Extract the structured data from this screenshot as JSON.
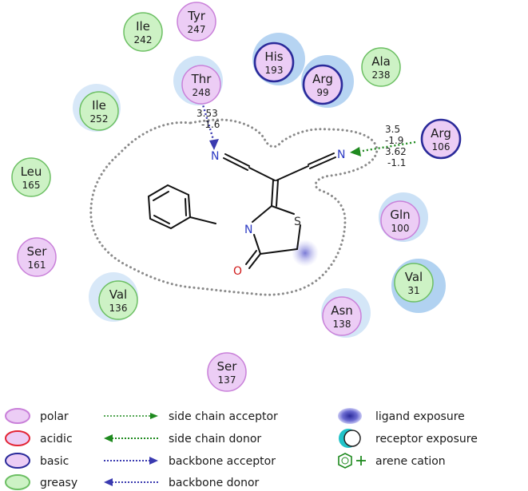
{
  "colors": {
    "polar_fill": "#eccdf5",
    "polar_stroke": "#c980d9",
    "greasy_fill": "#cdf2c5",
    "greasy_stroke": "#6cbf63",
    "basic_stroke": "#2a2a9a",
    "acidic_stroke": "#e32636",
    "exposure_halo": "#a9cdf0",
    "backbone_acceptor": "#3a3ab0",
    "side_chain_donor": "#1f8a1f",
    "contour": "#8a8a8a",
    "nitrogen": "#2d3bc4",
    "oxygen": "#d01818",
    "sulfur": "#333333"
  },
  "residues": [
    {
      "id": "ile242",
      "name": "Ile",
      "number": "242",
      "type": "greasy"
    },
    {
      "id": "tyr247",
      "name": "Tyr",
      "number": "247",
      "type": "polar"
    },
    {
      "id": "his193",
      "name": "His",
      "number": "193",
      "type": "basic"
    },
    {
      "id": "ala238",
      "name": "Ala",
      "number": "238",
      "type": "greasy"
    },
    {
      "id": "thr248",
      "name": "Thr",
      "number": "248",
      "type": "polar"
    },
    {
      "id": "arg99",
      "name": "Arg",
      "number": "99",
      "type": "basic"
    },
    {
      "id": "ile252",
      "name": "Ile",
      "number": "252",
      "type": "greasy"
    },
    {
      "id": "arg106",
      "name": "Arg",
      "number": "106",
      "type": "basic"
    },
    {
      "id": "leu165",
      "name": "Leu",
      "number": "165",
      "type": "greasy"
    },
    {
      "id": "gln100",
      "name": "Gln",
      "number": "100",
      "type": "polar"
    },
    {
      "id": "ser161",
      "name": "Ser",
      "number": "161",
      "type": "polar"
    },
    {
      "id": "val31",
      "name": "Val",
      "number": "31",
      "type": "greasy"
    },
    {
      "id": "val136",
      "name": "Val",
      "number": "136",
      "type": "greasy"
    },
    {
      "id": "asn138",
      "name": "Asn",
      "number": "138",
      "type": "polar"
    },
    {
      "id": "ser137",
      "name": "Ser",
      "number": "137",
      "type": "polar"
    }
  ],
  "interactions": {
    "thr248": {
      "distance": "3.53",
      "energy": "-1.6"
    },
    "arg106_first": {
      "distance": "3.5",
      "energy": "-1.9"
    },
    "arg106_second": {
      "distance": "3.62",
      "energy": "-1.1"
    }
  },
  "atoms": {
    "n_left": "N",
    "n_right": "N",
    "n_ring": "N",
    "s_ring": "S",
    "o_carbonyl": "O"
  },
  "legend": {
    "polar": "polar",
    "acidic": "acidic",
    "basic": "basic",
    "greasy": "greasy",
    "side_chain_acceptor": "side chain acceptor",
    "side_chain_donor": "side chain donor",
    "backbone_acceptor": "backbone acceptor",
    "backbone_donor": "backbone donor",
    "ligand_exposure": "ligand exposure",
    "receptor_exposure": "receptor exposure",
    "arene_cation": "arene cation"
  }
}
